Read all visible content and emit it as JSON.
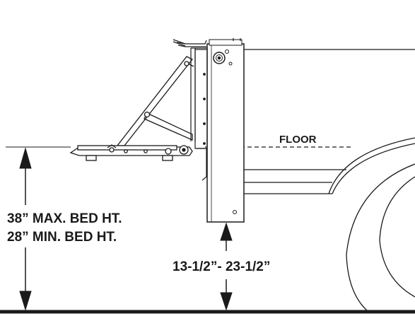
{
  "diagram": {
    "floor_label": "FLOOR",
    "bed_height_max": "38” MAX. BED HT.",
    "bed_height_min": "28” MIN. BED HT.",
    "clearance_range": "13-1/2”- 23-1/2”"
  },
  "colors": {
    "line": "#1a1a1a",
    "background": "#ffffff"
  }
}
